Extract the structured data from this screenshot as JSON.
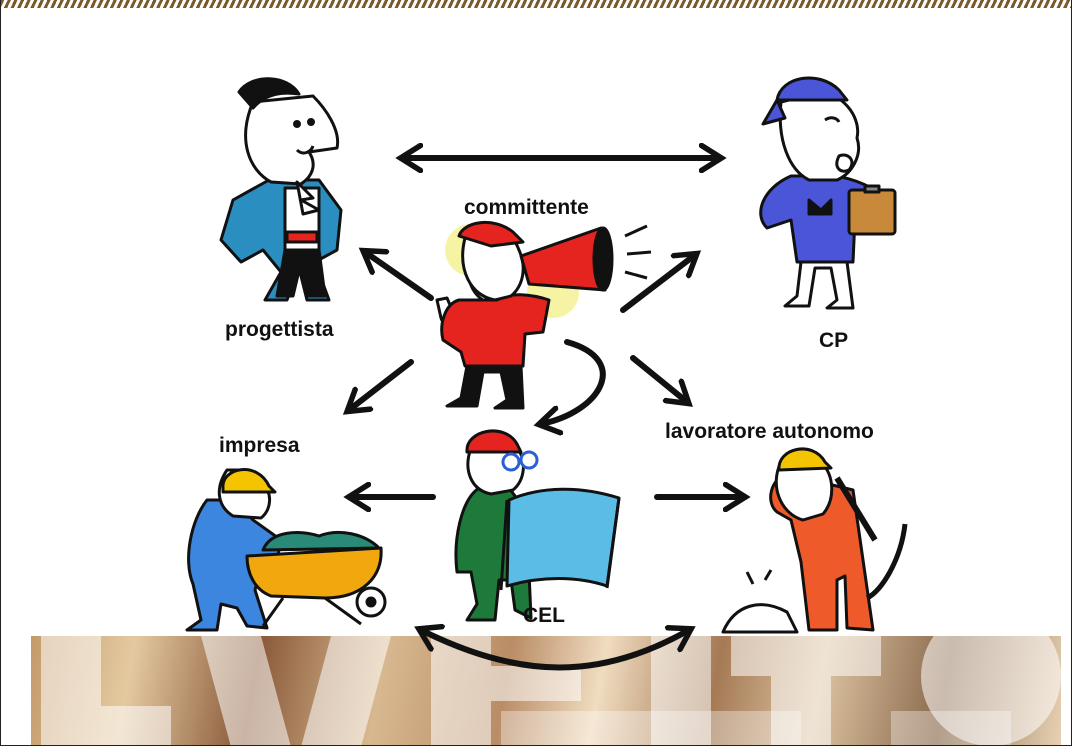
{
  "labels": {
    "committente": "committente",
    "progettista": "progettista",
    "cp": "CP",
    "impresa": "impresa",
    "lavoratore_autonomo": "lavoratore autonomo",
    "cel": "CEL"
  },
  "colors": {
    "stripe": "#7a5a2a",
    "arrow": "#111111",
    "progettista_coat": "#2a8fc0",
    "cp_shirt": "#4a55d8",
    "committente_shirt": "#e52420",
    "megaphone": "#e52420",
    "impresa_suit": "#3d86e0",
    "wheelbarrow": "#f0a80e",
    "cel_coat": "#1e7a3a",
    "blueprint": "#5bbde6",
    "lavoratore_suit": "#ee5a2a",
    "hardhat_yellow": "#f5c400",
    "hardhat_red": "#e52420",
    "cap_blue": "#4a55d8"
  },
  "icons": [
    "designer-figure-icon",
    "inspector-figure-icon",
    "client-megaphone-figure-icon",
    "construction-company-worker-icon",
    "coordinator-blueprint-figure-icon",
    "self-employed-worker-icon",
    "arrow-icon"
  ]
}
